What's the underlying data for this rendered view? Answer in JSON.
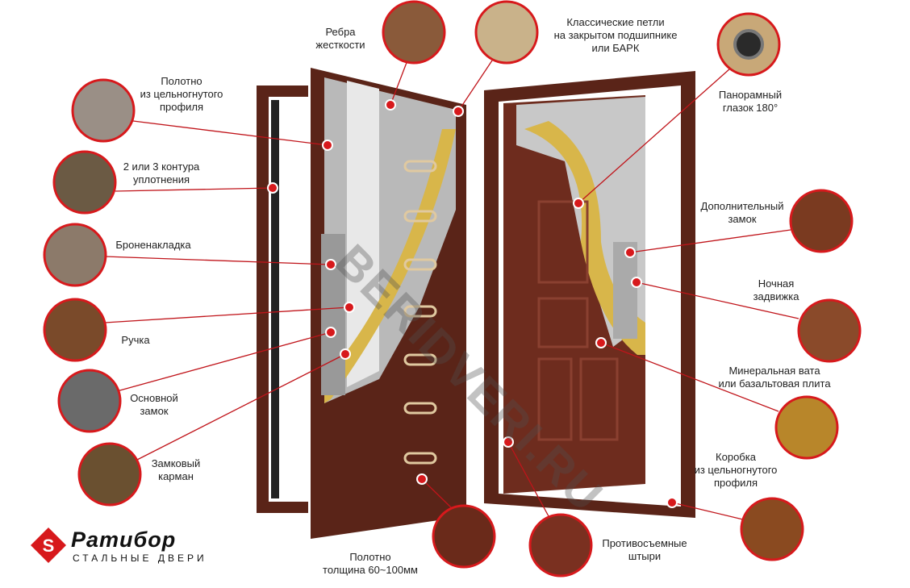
{
  "colors": {
    "accent": "#d7191c",
    "door": "#5a2418",
    "door_light": "#7a3424",
    "insulation": "#d8b64a"
  },
  "watermark": "BERIDVERI.RU",
  "logo": {
    "name": "Ратибор",
    "subtitle": "СТАЛЬНЫЕ ДВЕРИ"
  },
  "callouts": {
    "ribs": [
      "Ребра",
      "жесткости"
    ],
    "hinges": [
      "Классические петли",
      "на закрытом подшипнике",
      "или БАРК"
    ],
    "peephole": [
      "Панорамный",
      "глазок 180°"
    ],
    "leaf_profile": [
      "Полотно",
      "из цельногнутого",
      "профиля"
    ],
    "seal": [
      "2 или 3 контура",
      "уплотнения"
    ],
    "armor": [
      "Броненакладка"
    ],
    "handle": [
      "Ручка"
    ],
    "main_lock": [
      "Основной",
      "замок"
    ],
    "lock_pocket": [
      "Замковый",
      "карман"
    ],
    "extra_lock": [
      "Дополнительный",
      "замок"
    ],
    "night_latch": [
      "Ночная",
      "задвижка"
    ],
    "wool": [
      "Минеральная вата",
      "или базальтовая плита"
    ],
    "frame": [
      "Коробка",
      "из цельногнутого",
      "профиля"
    ],
    "thickness": [
      "Полотно",
      "толщина 60~100мм"
    ],
    "anti_removal": [
      "Противосъемные",
      "штыри"
    ]
  }
}
